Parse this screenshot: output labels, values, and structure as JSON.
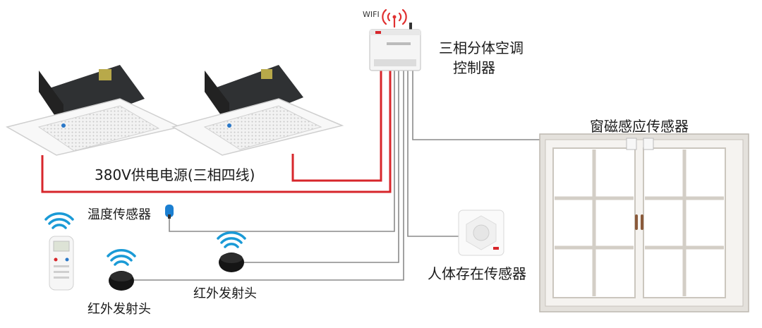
{
  "labels": {
    "wifi": "WIFI",
    "controller_line1": "三相分体空调",
    "controller_line2": "控制器",
    "window_sensor": "窗磁感应传感器",
    "power_supply": "380V供电电源(三相四线)",
    "temp_sensor": "温度传感器",
    "ir_emitter_left": "红外发射头",
    "ir_emitter_right": "红外发射头",
    "presence_sensor": "人体存在传感器"
  },
  "colors": {
    "power_wire": "#d7262b",
    "signal_wire": "#8a8a8a",
    "wifi_signal": "#e03030",
    "ir_wave": "#1a9ad6",
    "sensor_blue": "#1b7fd1"
  },
  "icons": [
    "wifi-icon",
    "ac-unit-icon",
    "controller-box-icon",
    "window-icon",
    "remote-icon",
    "ir-emitter-icon",
    "temperature-probe-icon",
    "presence-sensor-icon"
  ]
}
